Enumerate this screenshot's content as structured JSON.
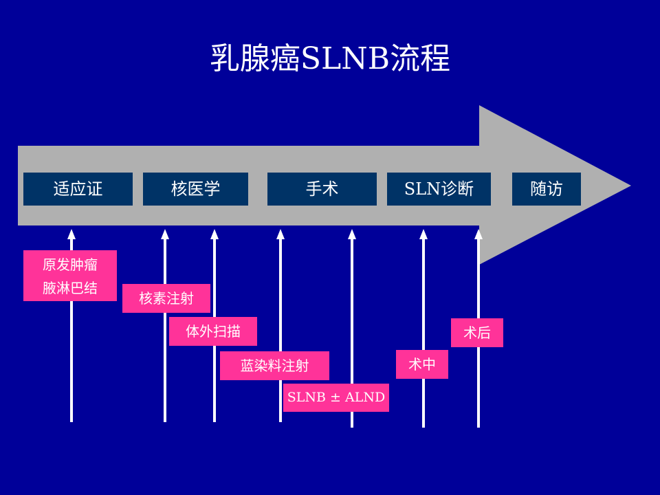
{
  "title": "乳腺癌SLNB流程",
  "stages": [
    "适应证",
    "核医学",
    "手术",
    "SLN诊断",
    "随访"
  ],
  "notes": [
    {
      "lines": [
        "原发肿瘤",
        "腋淋巴结"
      ]
    },
    {
      "lines": [
        "核素注射"
      ]
    },
    {
      "lines": [
        "体外扫描"
      ]
    },
    {
      "lines": [
        "蓝染料注射"
      ]
    },
    {
      "lines": [
        "SLNB ± ALND"
      ]
    },
    {
      "lines": [
        "术中"
      ]
    },
    {
      "lines": [
        "术后"
      ]
    }
  ],
  "colors": {
    "background": "#000099",
    "arrow": "#b0b0b0",
    "stage": "#003366",
    "note": "#ff3399",
    "pointer": "#ffffff"
  }
}
